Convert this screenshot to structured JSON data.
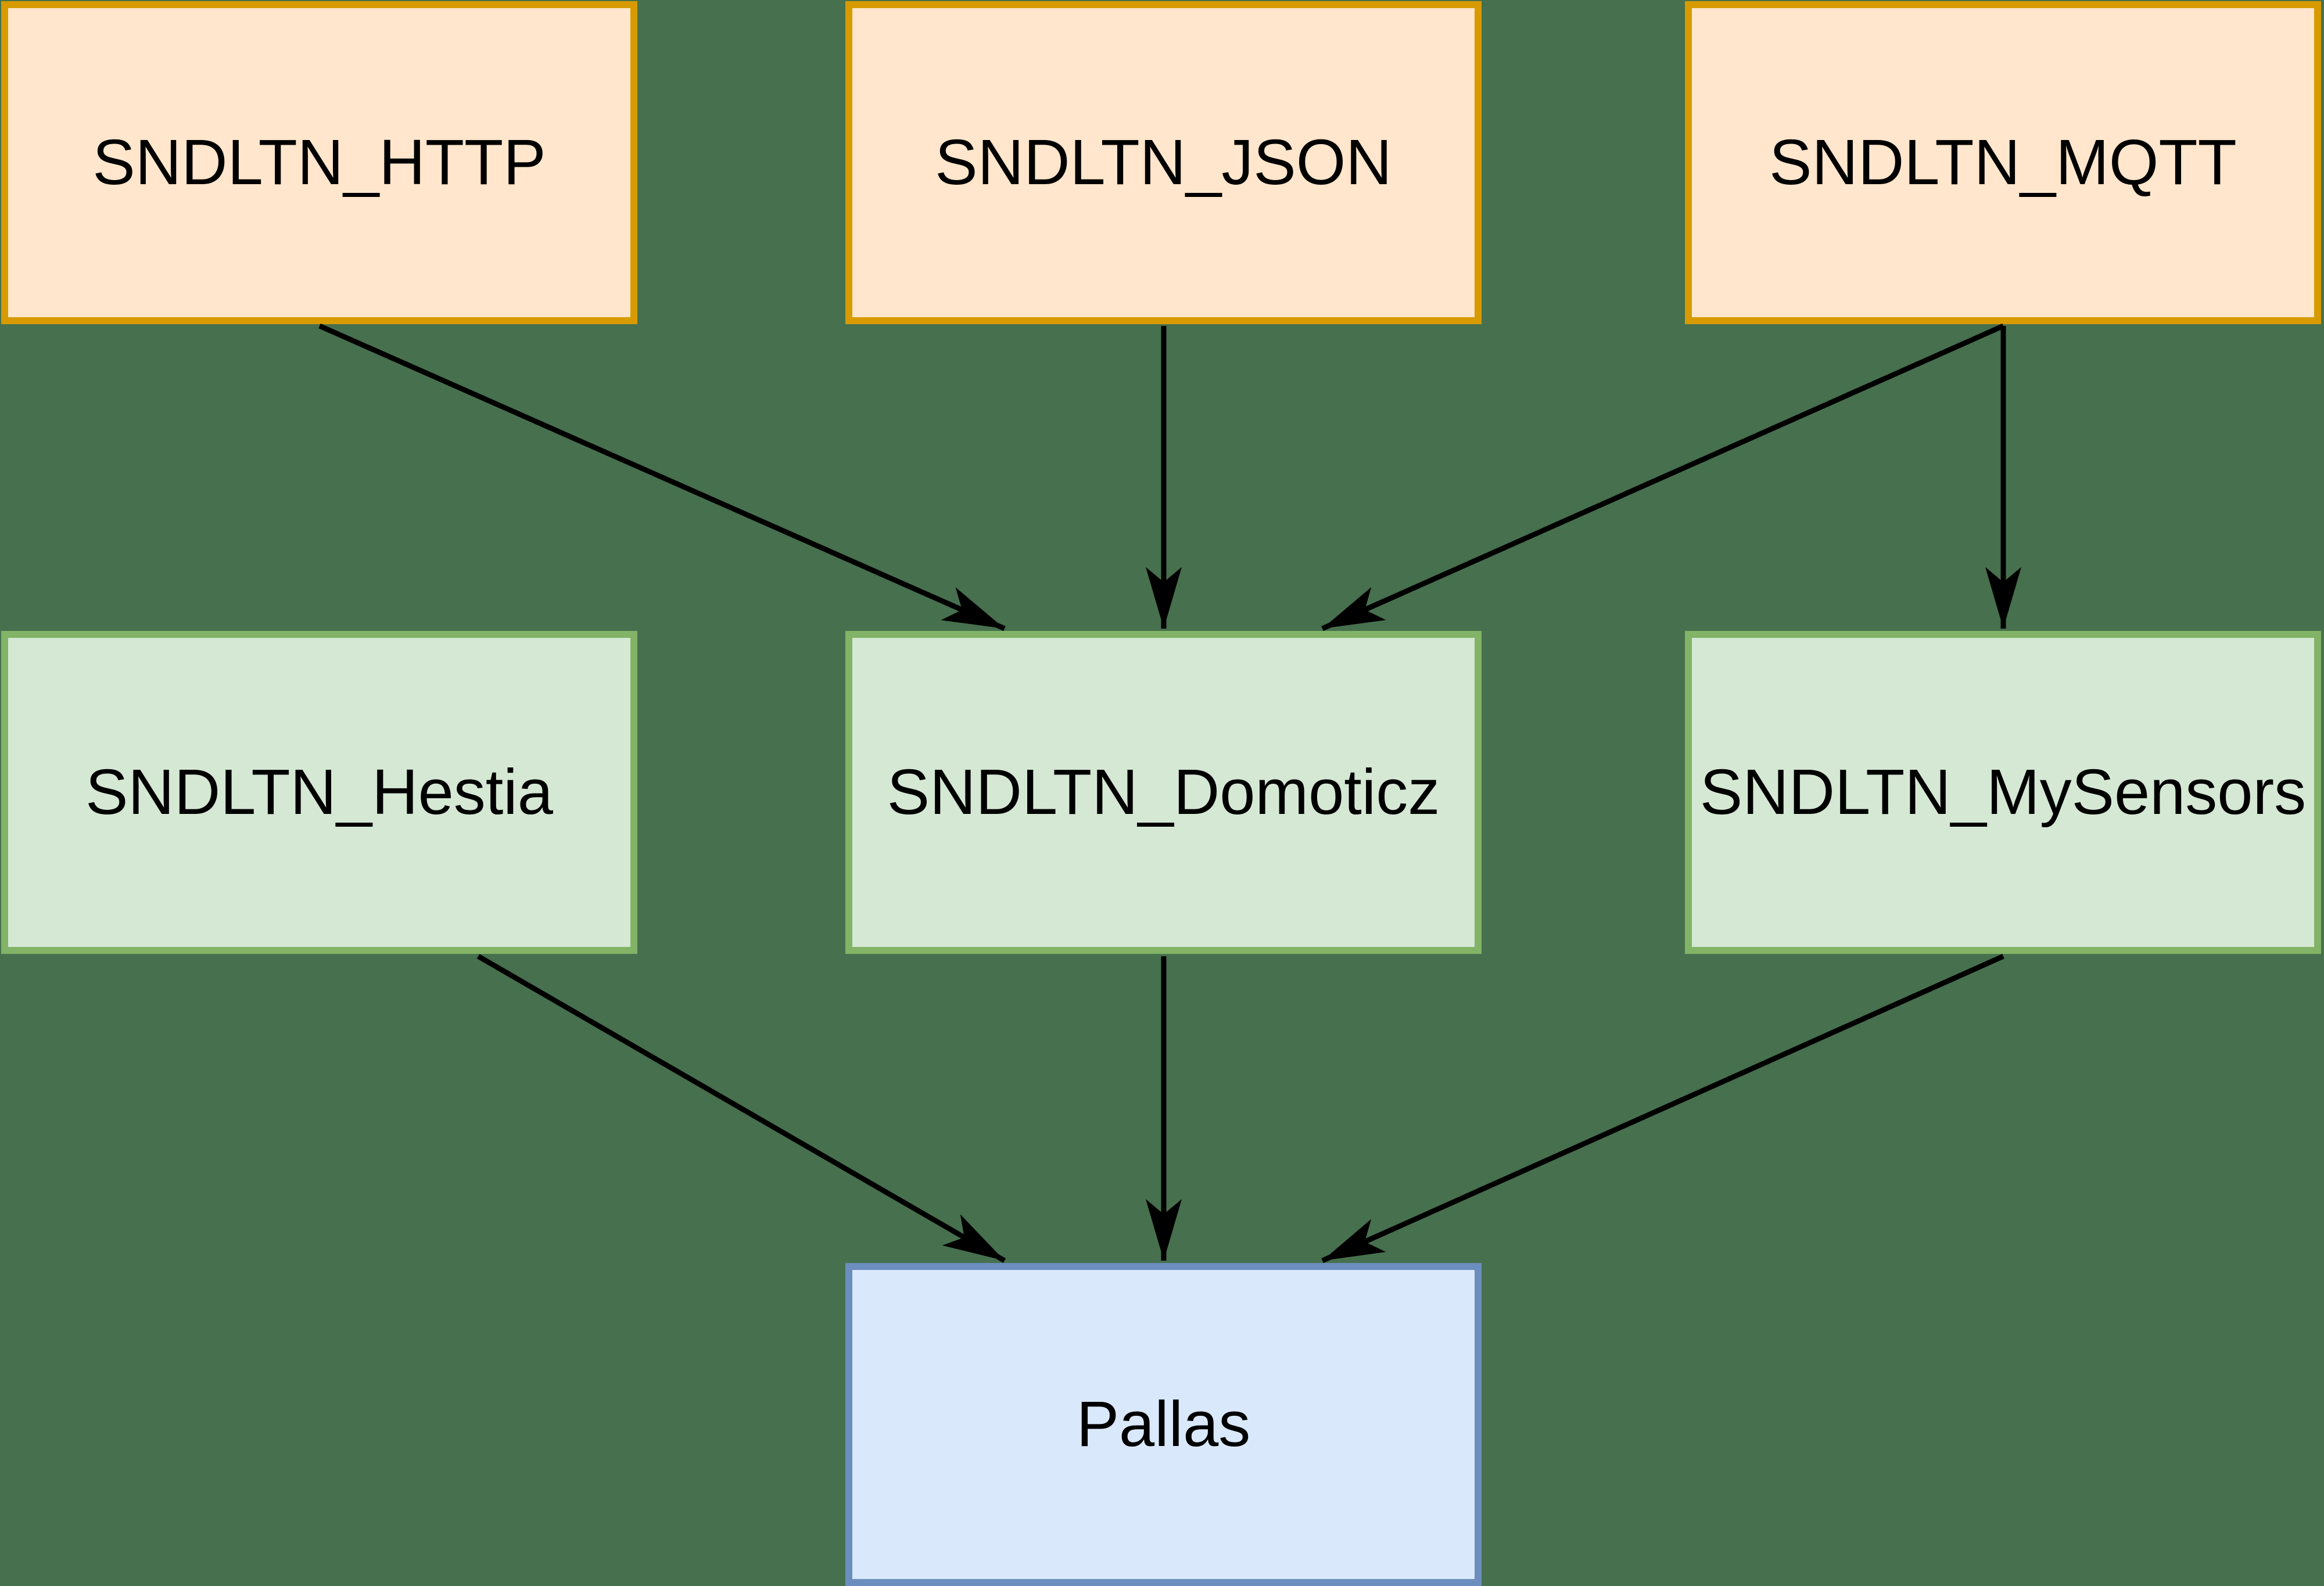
{
  "diagram": {
    "background_color": "#47704E",
    "edge_color": "#000000",
    "nodes": [
      {
        "id": "sndltn-http",
        "label": "SNDLTN_HTTP",
        "fill": "#FFE6CC",
        "stroke": "#D79B00"
      },
      {
        "id": "sndltn-json",
        "label": "SNDLTN_JSON",
        "fill": "#FFE6CC",
        "stroke": "#D79B00"
      },
      {
        "id": "sndltn-mqtt",
        "label": "SNDLTN_MQTT",
        "fill": "#FFE6CC",
        "stroke": "#D79B00"
      },
      {
        "id": "sndltn-hestia",
        "label": "SNDLTN_Hestia",
        "fill": "#D5E8D4",
        "stroke": "#82B366"
      },
      {
        "id": "sndltn-domoticz",
        "label": "SNDLTN_Domoticz",
        "fill": "#D5E8D4",
        "stroke": "#82B366"
      },
      {
        "id": "sndltn-mysensors",
        "label": "SNDLTN_MySensors",
        "fill": "#D5E8D4",
        "stroke": "#82B366"
      },
      {
        "id": "pallas",
        "label": "Pallas",
        "fill": "#DAE8FC",
        "stroke": "#6C8EBF"
      }
    ],
    "edges": [
      {
        "from": "sndltn-http",
        "to": "sndltn-domoticz",
        "points": [
          [
            550,
            561
          ],
          [
            1729,
            1082
          ]
        ]
      },
      {
        "from": "sndltn-json",
        "to": "sndltn-domoticz",
        "points": [
          [
            2003,
            561
          ],
          [
            2003,
            1082
          ]
        ]
      },
      {
        "from": "sndltn-mqtt",
        "to": "sndltn-domoticz",
        "points": [
          [
            3448,
            561
          ],
          [
            2276,
            1082
          ]
        ]
      },
      {
        "from": "sndltn-mqtt",
        "to": "sndltn-mysensors",
        "points": [
          [
            3448,
            561
          ],
          [
            3448,
            1082
          ]
        ]
      },
      {
        "from": "sndltn-hestia",
        "to": "pallas",
        "points": [
          [
            823,
            1646
          ],
          [
            1729,
            2170
          ]
        ]
      },
      {
        "from": "sndltn-domoticz",
        "to": "pallas",
        "points": [
          [
            2003,
            1646
          ],
          [
            2003,
            2170
          ]
        ]
      },
      {
        "from": "sndltn-mysensors",
        "to": "pallas",
        "points": [
          [
            3448,
            1646
          ],
          [
            2276,
            2170
          ]
        ]
      }
    ]
  }
}
